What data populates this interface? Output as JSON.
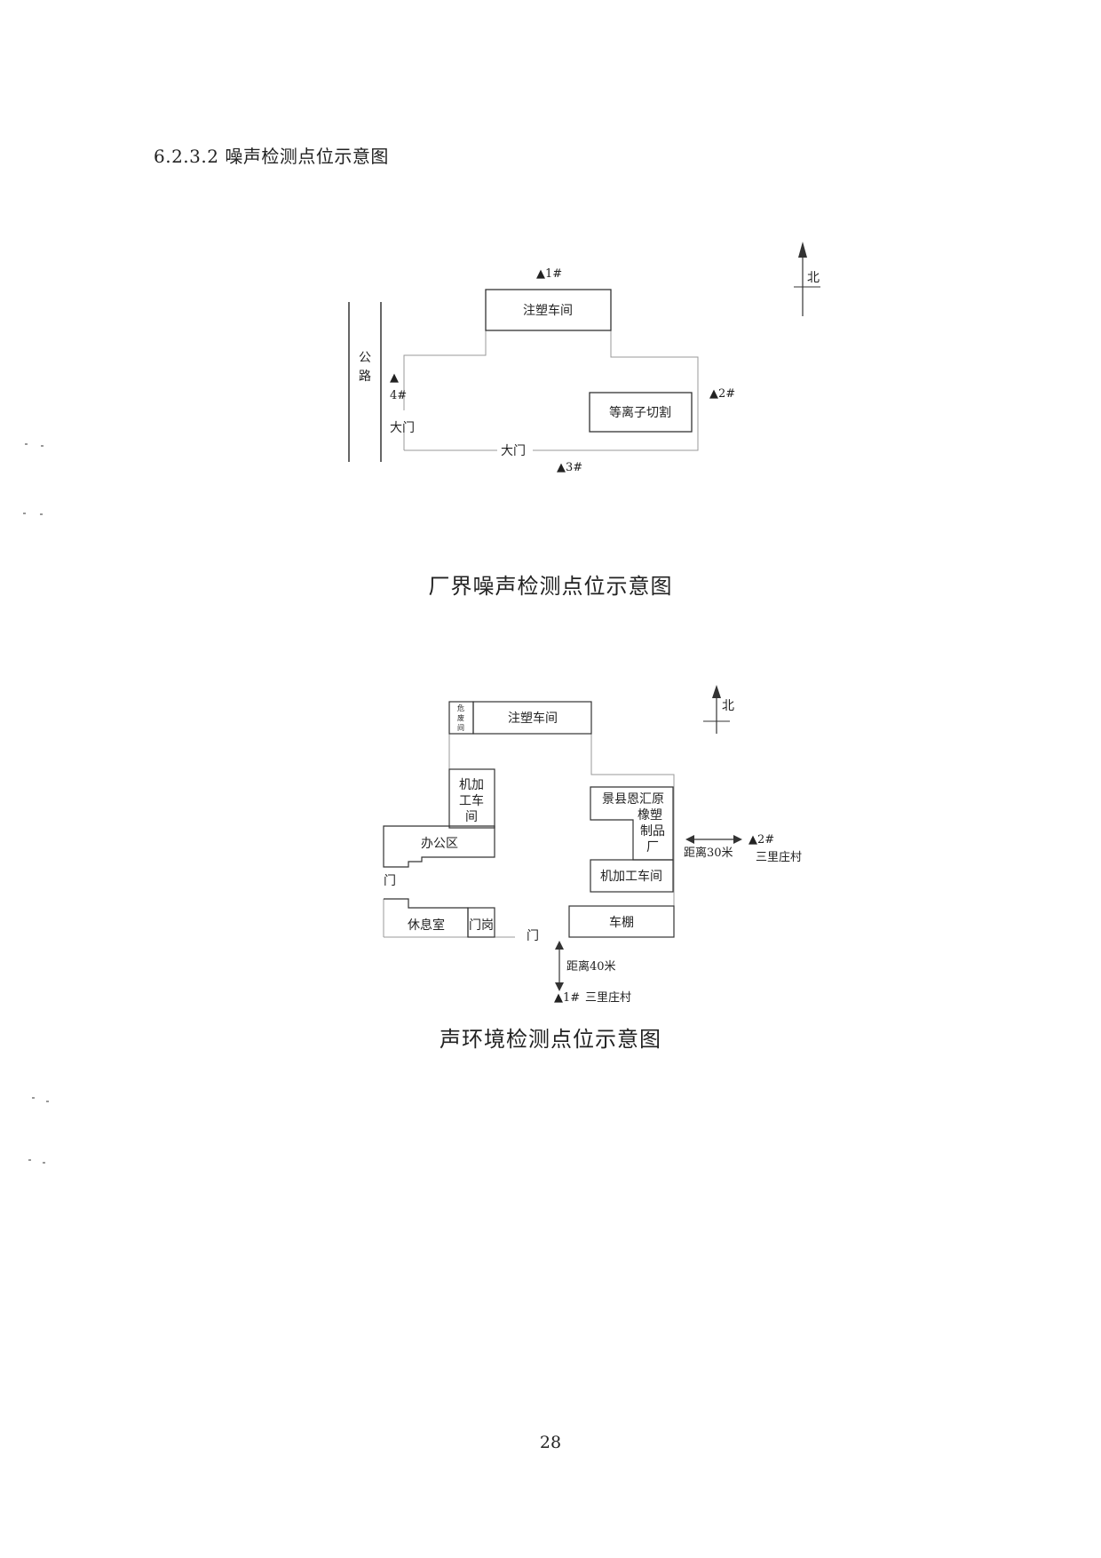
{
  "section_heading": "6.2.3.2 噪声检测点位示意图",
  "diagram1": {
    "road_label": [
      "公",
      "路"
    ],
    "north": "北",
    "buildings": {
      "injection_workshop": "注塑车间",
      "plasma_cutting": "等离子切割"
    },
    "gate_west": [
      "大",
      "门"
    ],
    "gate_south": "大门",
    "points": {
      "p1": "▲1#",
      "p2": "▲2#",
      "p3": "▲3#",
      "p4_marker": "▲",
      "p4_label": "4#"
    },
    "caption": "厂界噪声检测点位示意图"
  },
  "diagram2": {
    "north": "北",
    "buildings": {
      "hazwaste": [
        "危",
        "废",
        "间"
      ],
      "injection_workshop": "注塑车间",
      "machining_west": [
        "机加",
        "工车",
        "间"
      ],
      "office": "办公区",
      "rest_room": "休息室",
      "guard_room": "门岗",
      "factory": [
        "景县恩汇原",
        "橡塑",
        "制品",
        "厂"
      ],
      "machining_east": "机加工车间",
      "carport": "车棚"
    },
    "gate_west": "门",
    "gate_south": "门",
    "east": {
      "distance": "距离30米",
      "point": "▲2#",
      "village": "三里庄村"
    },
    "south": {
      "distance": "距离40米",
      "point": "▲1#",
      "village": "三里庄村"
    },
    "caption": "声环境检测点位示意图"
  },
  "page_number": "28"
}
